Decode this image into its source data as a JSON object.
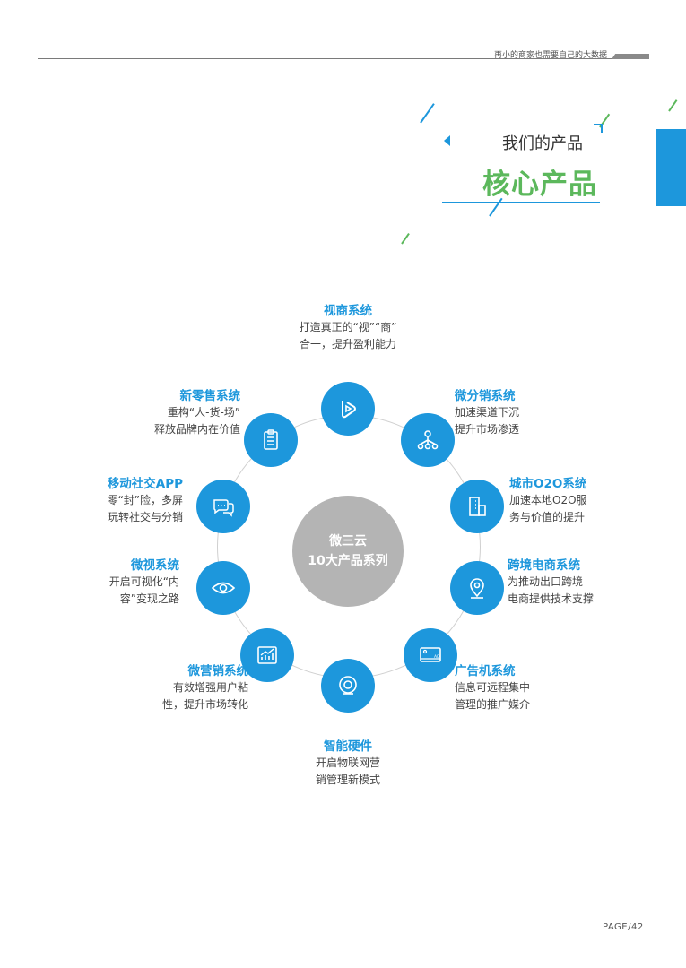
{
  "header": {
    "tagline": "再小的商家也需要自己的大数据"
  },
  "title": {
    "sub": "我们的产品",
    "main": "核心产品"
  },
  "center": {
    "line1": "微三云",
    "line2": "10大产品系列"
  },
  "products": [
    {
      "title": "视商系统",
      "desc1": "打造真正的“视”“商”",
      "desc2": "合一，提升盈利能力",
      "icon": "play-icon"
    },
    {
      "title": "微分销系统",
      "desc1": "加速渠道下沉",
      "desc2": "提升市场渗透",
      "icon": "network-icon"
    },
    {
      "title": "城市O2O系统",
      "desc1": "加速本地O2O服",
      "desc2": "务与价值的提升",
      "icon": "building-icon"
    },
    {
      "title": "跨境电商系统",
      "desc1": "为推动出口跨境",
      "desc2": "电商提供技术支撑",
      "icon": "location-pin-icon"
    },
    {
      "title": "广告机系统",
      "desc1": "信息可远程集中",
      "desc2": "管理的推广媒介",
      "icon": "ad-screen-icon"
    },
    {
      "title": "智能硬件",
      "desc1": "开启物联网营",
      "desc2": "销管理新模式",
      "icon": "hardware-icon"
    },
    {
      "title": "微营销系统",
      "desc1": "有效增强用户粘",
      "desc2": "性，提升市场转化",
      "icon": "chart-icon"
    },
    {
      "title": "微视系统",
      "desc1": "开启可视化“内",
      "desc2": "容”变现之路",
      "icon": "eye-icon"
    },
    {
      "title": "移动社交APP",
      "desc1": "零“封”险，多屏",
      "desc2": "玩转社交与分销",
      "icon": "chat-icon"
    },
    {
      "title": "新零售系统",
      "desc1": "重构“人-货-场”",
      "desc2": "释放品牌内在价值",
      "icon": "clipboard-icon"
    }
  ],
  "ad_icon_text": "AD",
  "footer": {
    "page": "PAGE/42"
  },
  "colors": {
    "accent": "#1d97dc",
    "green": "#5cb85c",
    "center": "#b4b4b4"
  }
}
